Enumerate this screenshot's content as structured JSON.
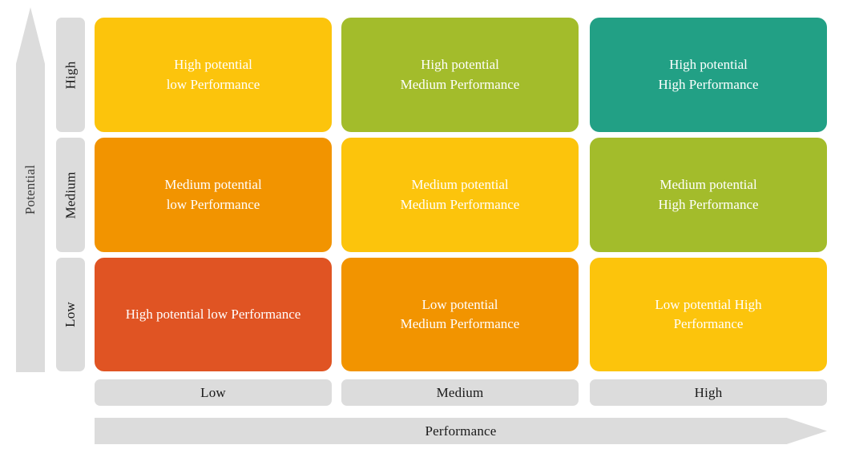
{
  "axes": {
    "y_axis": {
      "title": "Potential",
      "icon": "arrow-up-icon",
      "levels": [
        "High",
        "Medium",
        "Low"
      ]
    },
    "x_axis": {
      "title": "Performance",
      "icon": "arrow-right-icon",
      "levels": [
        "Low",
        "Medium",
        "High"
      ]
    }
  },
  "colors": {
    "gold": "#fcc40c",
    "olive": "#a3bc2b",
    "teal": "#22a085",
    "orange": "#f29400",
    "red": "#e05423",
    "label_gray": "#dcdcdc",
    "axis_gray": "#dcdcdc",
    "cell_text": "#ffffff",
    "label_text": "#1a1a1a"
  },
  "chart_data": {
    "type": "heatmap",
    "title": "",
    "xlabel": "Performance",
    "ylabel": "Potential",
    "x_categories": [
      "Low",
      "Medium",
      "High"
    ],
    "y_categories": [
      "High",
      "Medium",
      "Low"
    ],
    "legend": "none",
    "grid": false,
    "cells": [
      {
        "row": "High",
        "col": "Low",
        "line1": "High potential",
        "line2": "low Performance",
        "color": "#fcc40c",
        "score": 2
      },
      {
        "row": "High",
        "col": "Medium",
        "line1": "High potential",
        "line2": "Medium Performance",
        "color": "#a3bc2b",
        "score": 3
      },
      {
        "row": "High",
        "col": "High",
        "line1": "High potential",
        "line2": "High Performance",
        "color": "#22a085",
        "score": 4
      },
      {
        "row": "Medium",
        "col": "Low",
        "line1": "Medium potential",
        "line2": "low Performance",
        "color": "#f29400",
        "score": 1
      },
      {
        "row": "Medium",
        "col": "Medium",
        "line1": "Medium potential",
        "line2": "Medium Performance",
        "color": "#fcc40c",
        "score": 2
      },
      {
        "row": "Medium",
        "col": "High",
        "line1": "Medium potential",
        "line2": "High Performance",
        "color": "#a3bc2b",
        "score": 3
      },
      {
        "row": "Low",
        "col": "Low",
        "line1": "High potential low Performance",
        "line2": "",
        "color": "#e05423",
        "score": 0
      },
      {
        "row": "Low",
        "col": "Medium",
        "line1": "Low potential",
        "line2": "Medium Performance",
        "color": "#f29400",
        "score": 1
      },
      {
        "row": "Low",
        "col": "High",
        "line1": "Low potential High",
        "line2": "Performance",
        "color": "#fcc40c",
        "score": 2
      }
    ]
  }
}
